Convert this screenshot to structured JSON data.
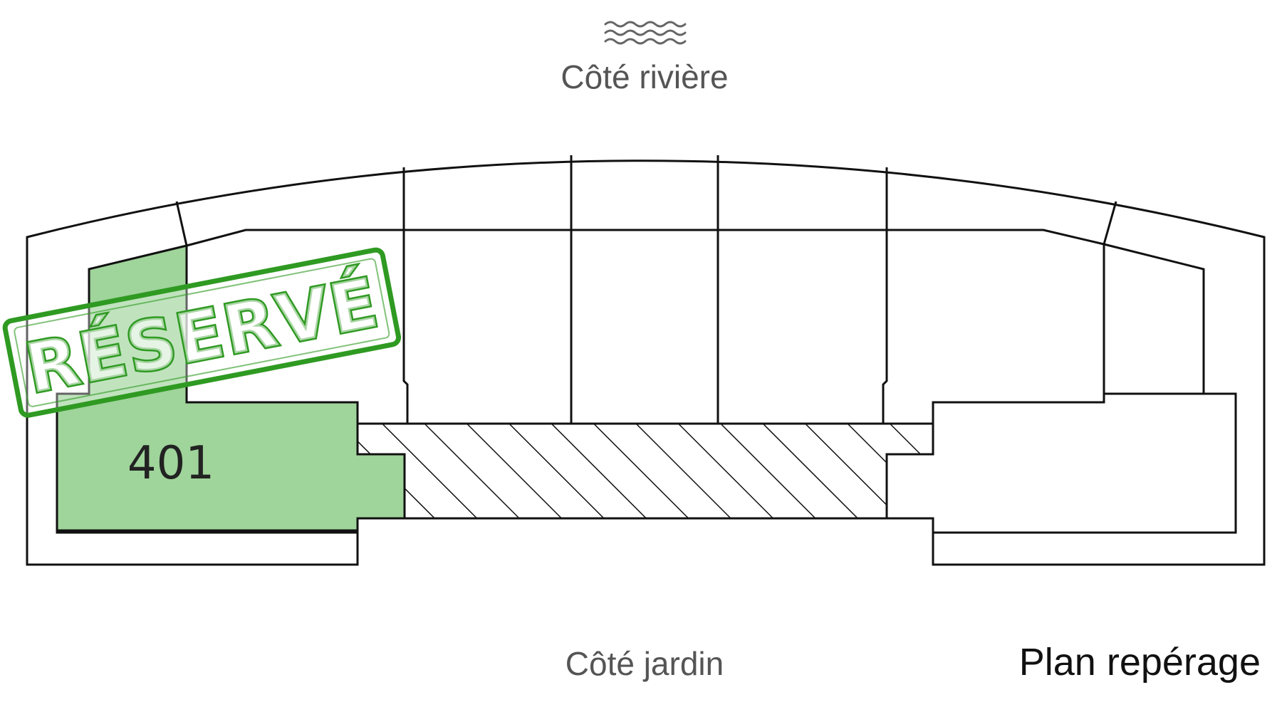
{
  "orientation": {
    "top_label": "Côté rivière",
    "top_icon": "water-waves-icon",
    "bottom_label": "Côté jardin"
  },
  "plan": {
    "caption": "Plan repérage"
  },
  "units": [
    {
      "id": "401",
      "label": "401",
      "status": "reserved"
    }
  ],
  "stamp": {
    "text": "RÉSERVÉ",
    "color": "#2f9a22"
  },
  "colors": {
    "reserved_fill": "#9fd49b",
    "wall_stroke": "#111111",
    "muted_text": "#555555",
    "caption_text": "#111111",
    "hatch": "#111111"
  }
}
